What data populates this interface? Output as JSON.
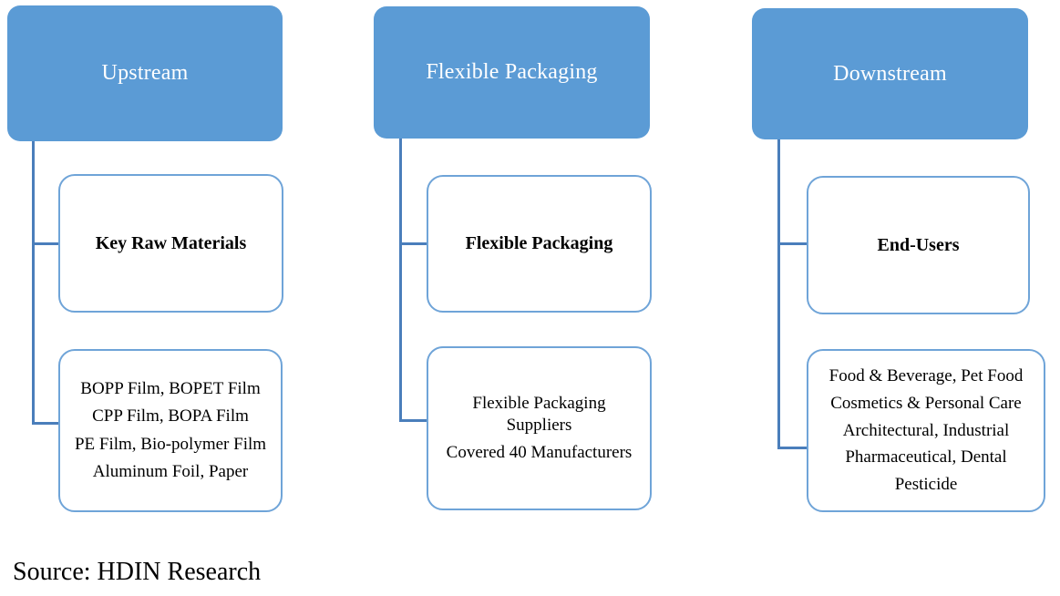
{
  "diagram": {
    "columns": [
      {
        "header": "Upstream",
        "boxes": [
          {
            "title": "Key Raw Materials",
            "lines": []
          },
          {
            "title": "",
            "lines": [
              "BOPP Film, BOPET Film",
              "CPP Film, BOPA Film",
              "PE Film, Bio-polymer Film",
              "Aluminum Foil, Paper"
            ]
          }
        ]
      },
      {
        "header": "Flexible Packaging",
        "boxes": [
          {
            "title": "Flexible Packaging",
            "lines": []
          },
          {
            "title": "",
            "lines": [
              "Flexible Packaging Suppliers",
              "Covered 40 Manufacturers"
            ]
          }
        ]
      },
      {
        "header": "Downstream",
        "boxes": [
          {
            "title": "End-Users",
            "lines": []
          },
          {
            "title": "",
            "lines": [
              "Food & Beverage, Pet Food",
              "Cosmetics & Personal Care",
              "Architectural, Industrial",
              "Pharmaceutical, Dental",
              "Pesticide"
            ]
          }
        ]
      }
    ],
    "source": "Source: HDIN Research"
  },
  "colors": {
    "accent_blue": "#5b9bd5",
    "box_border": "#6fa4d8",
    "connector_line": "#4a7ebb",
    "header_text": "#ffffff",
    "body_text": "#000000"
  }
}
